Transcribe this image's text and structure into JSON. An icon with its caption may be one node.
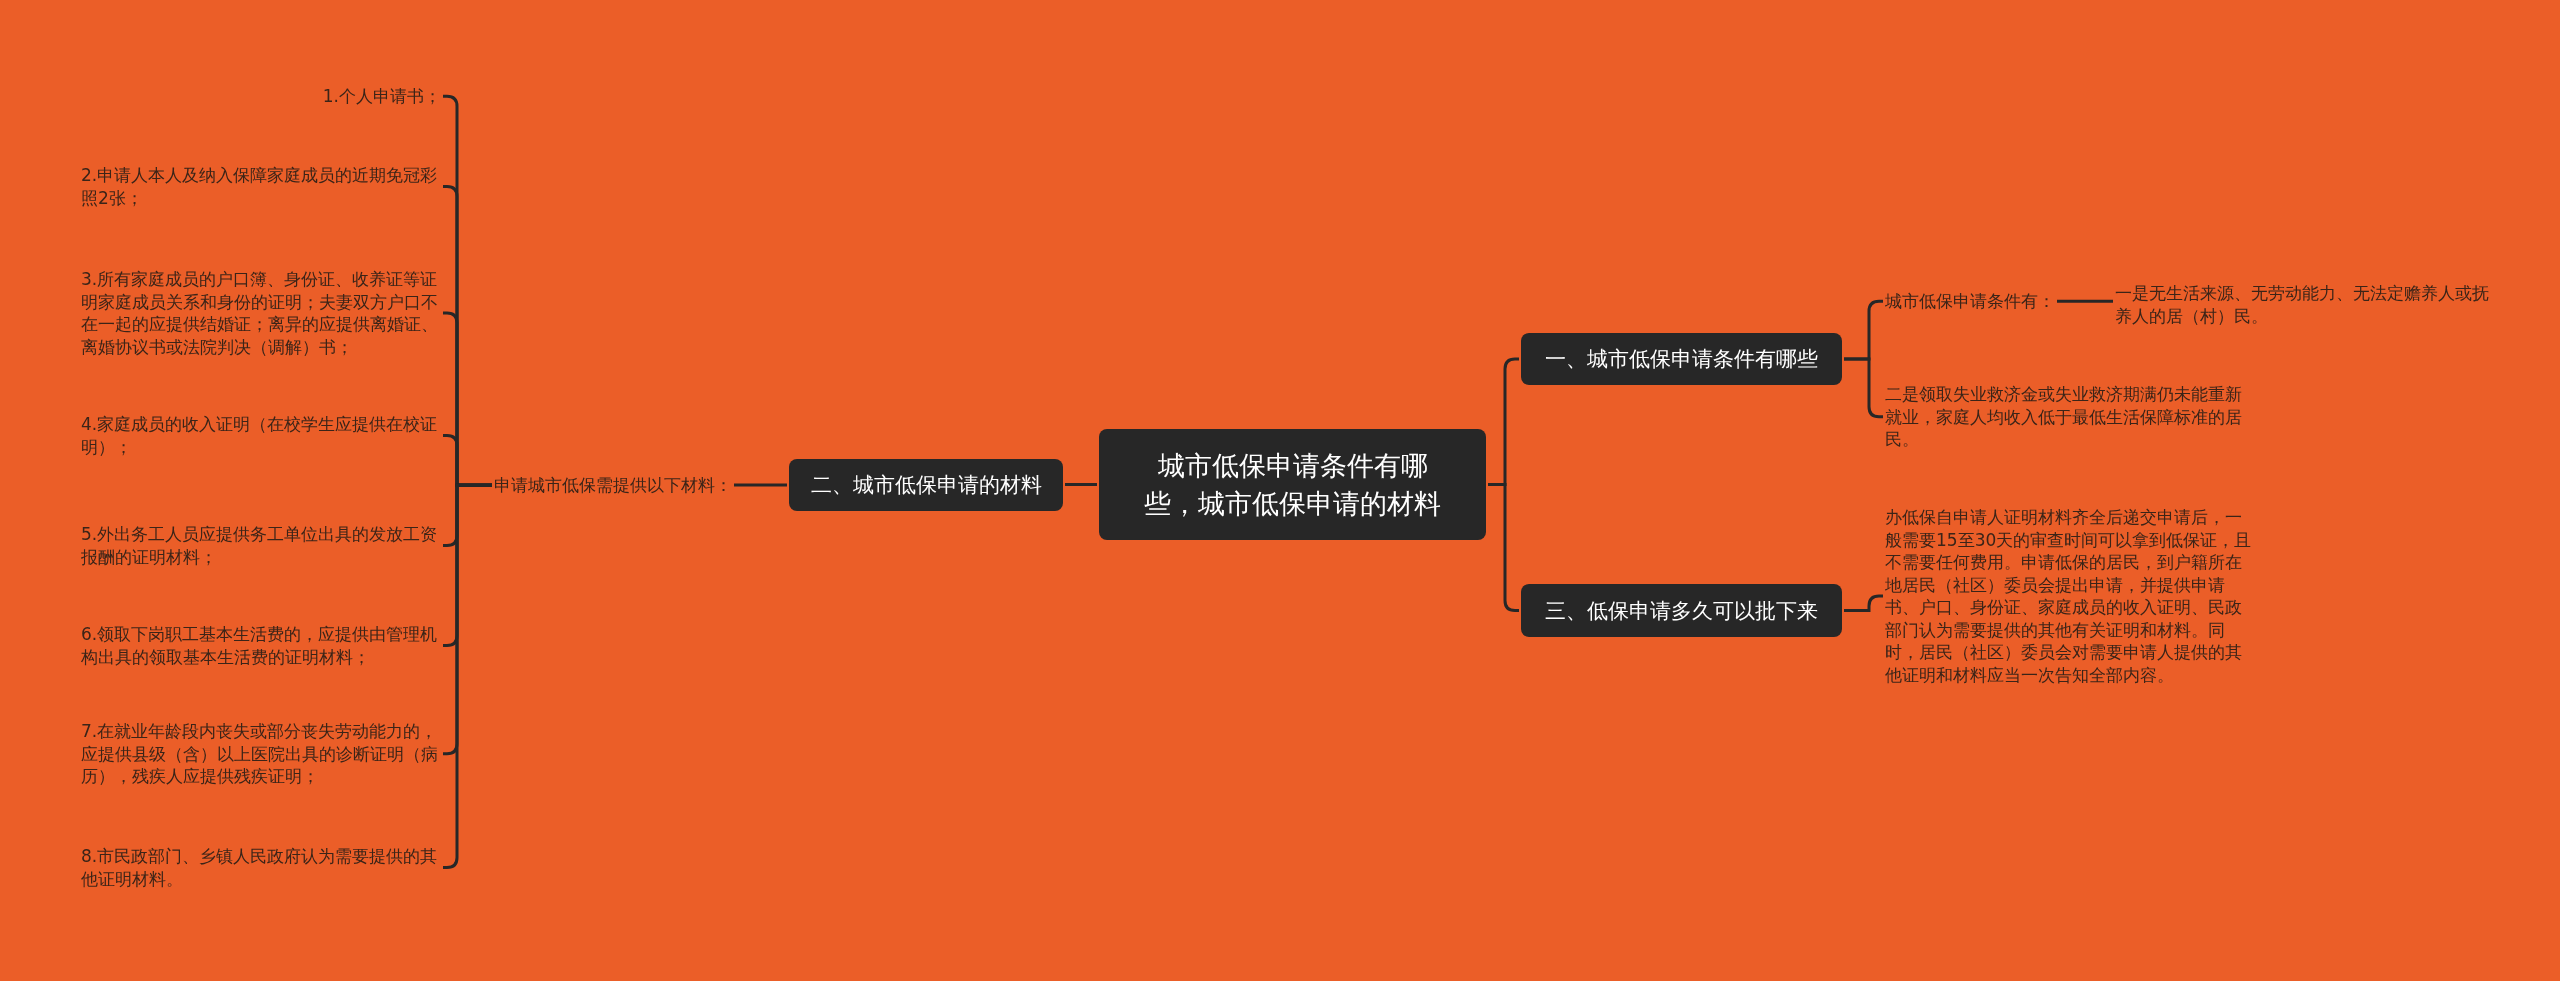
{
  "diagram": {
    "nodes": [
      {
        "text": [
          "城市低保申请条件有哪些，城市低保申请的材料"
        ]
      },
      {
        "text": [
          "一、城市低保申请条件有哪些"
        ]
      },
      {
        "text": [
          "城市低保申请条件有："
        ]
      },
      {
        "text": [
          "一是无生活来源、无劳动能力、无法定赡养人或抚养人的居（村）民。"
        ]
      },
      {
        "text": [
          "二是领取失业救济金或失业救济期满仍未能重新就业，家庭人均收入低于最低生活保障标准的居民。"
        ]
      },
      {
        "text": [
          "三、低保申请多久可以批下来"
        ]
      },
      {
        "text": [
          "办低保自申请人证明材料齐全后递交申请后，一般需要15至30天的审查时间可以拿到低保证，且不需要任何费用。申请低保的居民，到户籍所在地居民（社区）委员会提出申请，并提供申请书、户口、身份证、家庭成员的收入证明、民政部门认为需要提供的其他有关证明和材料。同时，居民（社区）委员会对需要申请人提供的其他证明和材料应当一次告知全部内容。"
        ]
      },
      {
        "text": [
          "二、城市低保申请的材料"
        ]
      },
      {
        "text": [
          "申请城市低保需提供以下材料："
        ]
      },
      {
        "text": [
          "1.个人申请书；"
        ]
      },
      {
        "text": [
          "2.申请人本人及纳入保障家庭成员的近期免冠彩照2张；"
        ]
      },
      {
        "text": [
          "3.所有家庭成员的户口簿、身份证、收养证等证明家庭成员关系和身份的证明；夫妻双方户口不在一起的应提供结婚证；离异的应提供离婚证、离婚协议书或法院判决（调解）书；"
        ]
      },
      {
        "text": [
          "4.家庭成员的收入证明（在校学生应提供在校证明）；"
        ]
      },
      {
        "text": [
          "5.外出务工人员应提供务工单位出具的发放工资报酬的证明材料；"
        ]
      },
      {
        "text": [
          "6.领取下岗职工基本生活费的，应提供由管理机构出具的领取基本生活费的证明材料；"
        ]
      },
      {
        "text": [
          "7.在就业年龄段内丧失或部分丧失劳动能力的，应提供县级（含）以上医院出具的诊断证明（病历），残疾人应提供残疾证明；"
        ]
      },
      {
        "text": [
          "8.市民政部门、乡镇人民政府认为需要提供的其他证明材料。"
        ]
      }
    ],
    "edges": [
      {
        "from": 0,
        "to": 1,
        "arrow": "none"
      },
      {
        "from": 1,
        "to": 2,
        "arrow": "none"
      },
      {
        "from": 2,
        "to": 3,
        "arrow": "none"
      },
      {
        "from": 1,
        "to": 4,
        "arrow": "none"
      },
      {
        "from": 0,
        "to": 5,
        "arrow": "none"
      },
      {
        "from": 5,
        "to": 6,
        "arrow": "none"
      },
      {
        "from": 0,
        "to": 7,
        "arrow": "none"
      },
      {
        "from": 7,
        "to": 8,
        "arrow": "none"
      },
      {
        "from": 8,
        "to": 9,
        "arrow": "none"
      },
      {
        "from": 8,
        "to": 10,
        "arrow": "none"
      },
      {
        "from": 8,
        "to": 11,
        "arrow": "none"
      },
      {
        "from": 8,
        "to": 12,
        "arrow": "none"
      },
      {
        "from": 8,
        "to": 13,
        "arrow": "none"
      },
      {
        "from": 8,
        "to": 14,
        "arrow": "none"
      },
      {
        "from": 8,
        "to": 15,
        "arrow": "none"
      },
      {
        "from": 8,
        "to": 16,
        "arrow": "none"
      }
    ]
  }
}
